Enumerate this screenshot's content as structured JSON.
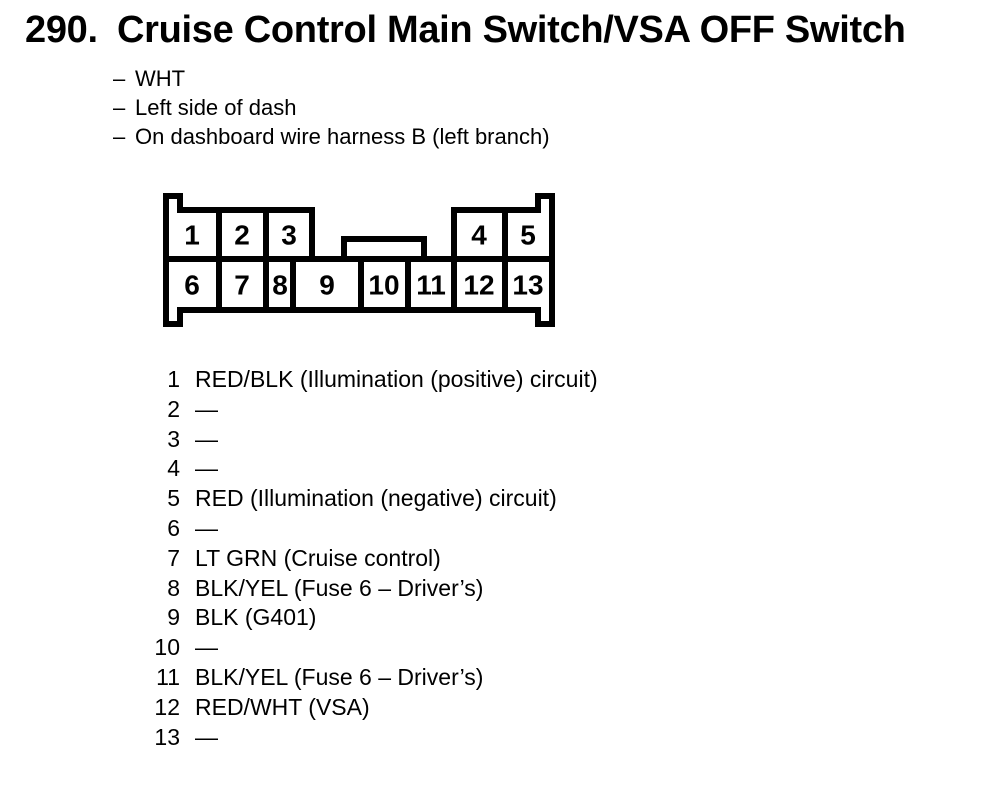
{
  "page": {
    "paper_color": "#ffffff",
    "ink_color": "#000000"
  },
  "header": {
    "item_number": "290.",
    "title": "Cruise Control Main Switch/VSA OFF Switch",
    "note_prefix": "–",
    "notes": [
      "WHT",
      "Left side of dash",
      "On dashboard wire harness B (left branch)"
    ]
  },
  "connector": {
    "pin_labels": [
      "1",
      "2",
      "3",
      "4",
      "5",
      "6",
      "7",
      "8",
      "9",
      "10",
      "11",
      "12",
      "13"
    ]
  },
  "pinout": {
    "rows": [
      {
        "pin": "1",
        "desc": "RED/BLK (Illumination (positive) circuit)"
      },
      {
        "pin": "2",
        "desc": "—"
      },
      {
        "pin": "3",
        "desc": "—"
      },
      {
        "pin": "4",
        "desc": "—"
      },
      {
        "pin": "5",
        "desc": "RED (Illumination (negative) circuit)"
      },
      {
        "pin": "6",
        "desc": "—"
      },
      {
        "pin": "7",
        "desc": "LT GRN (Cruise control)"
      },
      {
        "pin": "8",
        "desc": "BLK/YEL (Fuse 6 – Driver’s)"
      },
      {
        "pin": "9",
        "desc": "BLK (G401)"
      },
      {
        "pin": "10",
        "desc": "—"
      },
      {
        "pin": "11",
        "desc": "BLK/YEL (Fuse 6 – Driver’s)"
      },
      {
        "pin": "12",
        "desc": "RED/WHT (VSA)"
      },
      {
        "pin": "13",
        "desc": "—"
      }
    ]
  }
}
